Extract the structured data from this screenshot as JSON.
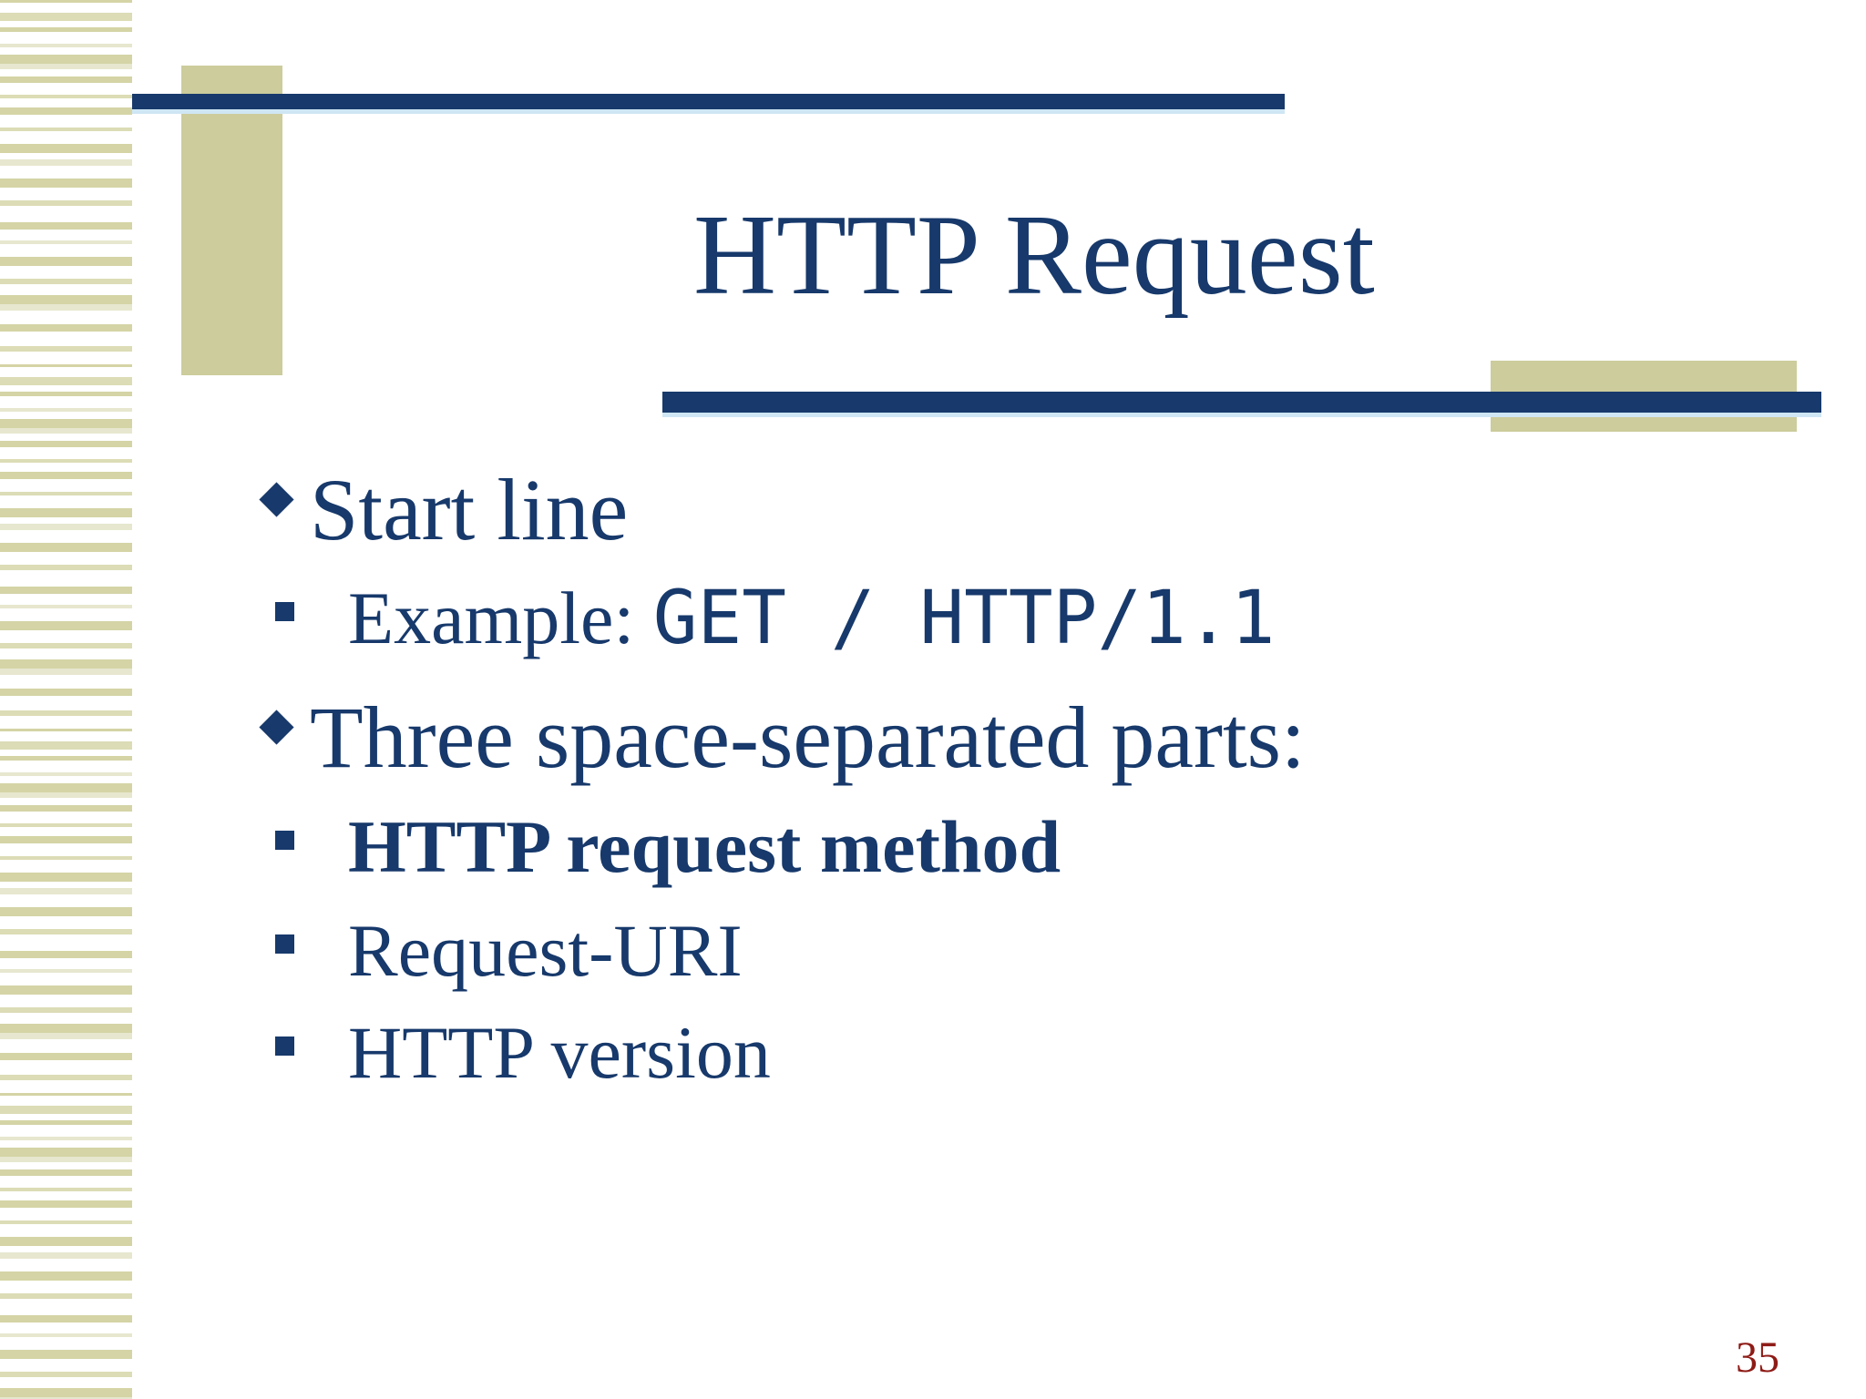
{
  "slide": {
    "title": "HTTP Request",
    "page_number": "35",
    "bullets": [
      {
        "level": 1,
        "runs": [
          {
            "text": "Start line"
          }
        ]
      },
      {
        "level": 2,
        "runs": [
          {
            "text": "Example: "
          },
          {
            "text": "GET / HTTP/1.1",
            "mono": true
          }
        ]
      },
      {
        "level": 1,
        "runs": [
          {
            "text": "Three space-separated parts:"
          }
        ]
      },
      {
        "level": 2,
        "runs": [
          {
            "text": "HTTP request method",
            "bold": true
          }
        ]
      },
      {
        "level": 2,
        "runs": [
          {
            "text": "Request-URI"
          }
        ]
      },
      {
        "level": 2,
        "runs": [
          {
            "text": "HTTP version"
          }
        ]
      }
    ],
    "colors": {
      "navy": "#17396b",
      "tan": "#cccc9c",
      "accent_underline": "#cfe6f4",
      "page_number_red": "#8e1b16"
    }
  }
}
